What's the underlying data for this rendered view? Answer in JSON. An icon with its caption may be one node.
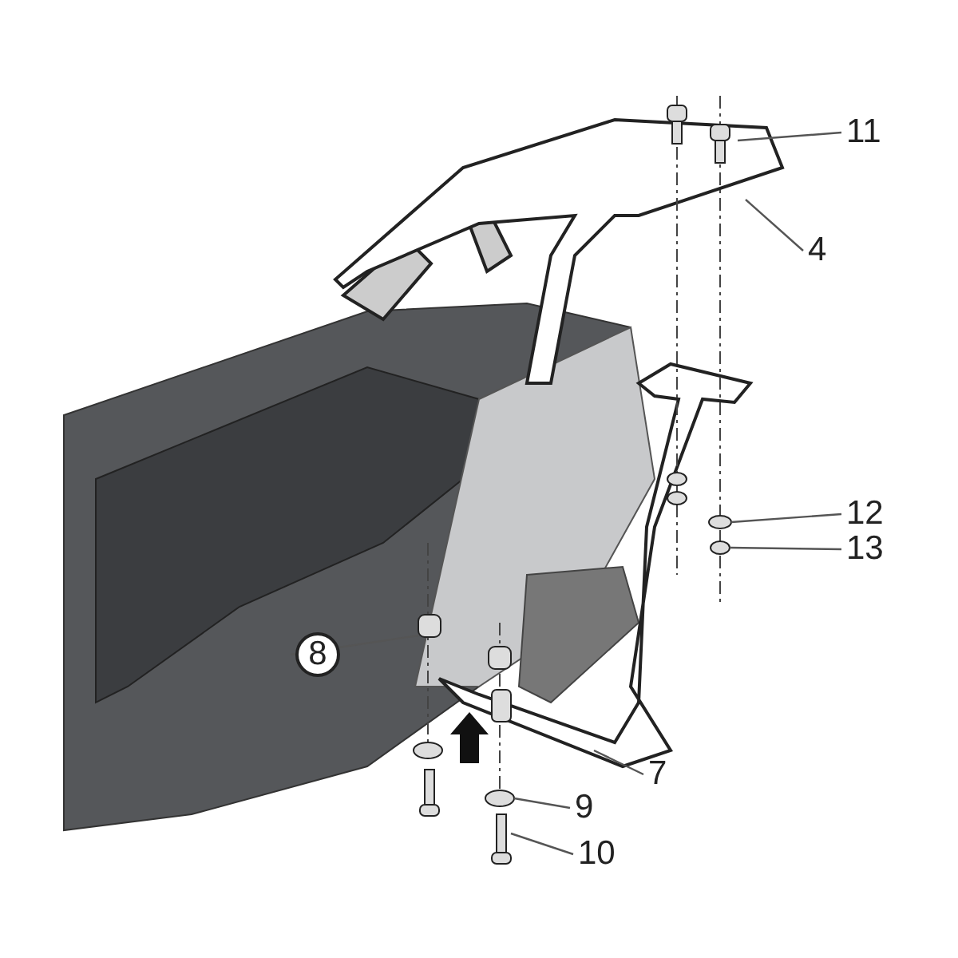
{
  "diagram": {
    "nodes": [
      {
        "text": [
          "11"
        ]
      },
      {
        "text": [
          "4"
        ]
      },
      {
        "text": [
          "12"
        ]
      },
      {
        "text": [
          "13"
        ]
      },
      {
        "text": [
          "8"
        ]
      },
      {
        "text": [
          "7"
        ]
      },
      {
        "text": [
          "9"
        ]
      },
      {
        "text": [
          "10"
        ]
      }
    ],
    "edges": [
      {
        "from": 0,
        "to": null,
        "arrow": "none"
      },
      {
        "from": 1,
        "to": null,
        "arrow": "none"
      },
      {
        "from": 2,
        "to": null,
        "arrow": "none"
      },
      {
        "from": 3,
        "to": null,
        "arrow": "none"
      },
      {
        "from": 4,
        "to": null,
        "arrow": "none"
      },
      {
        "from": 5,
        "to": null,
        "arrow": "none"
      },
      {
        "from": 6,
        "to": null,
        "arrow": "none"
      },
      {
        "from": 7,
        "to": null,
        "arrow": "none"
      }
    ]
  }
}
